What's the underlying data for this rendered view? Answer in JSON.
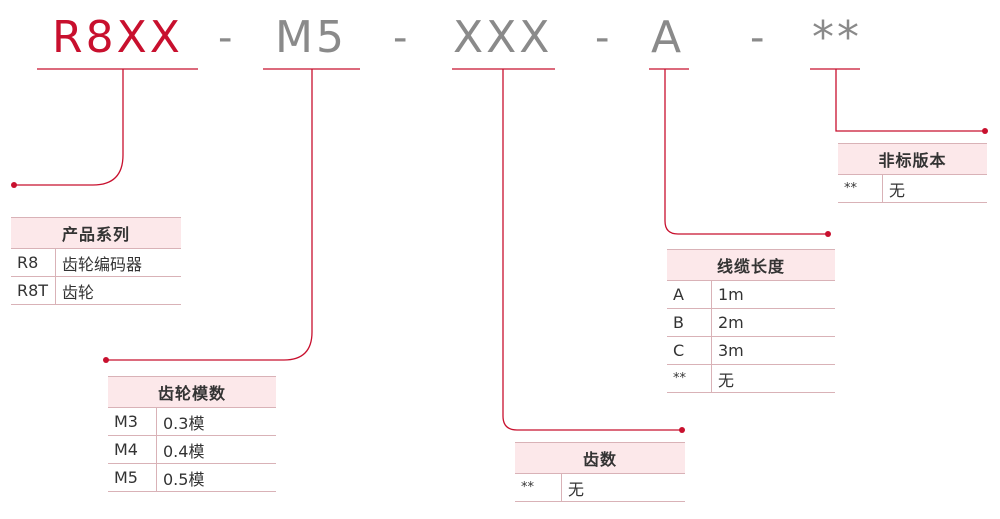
{
  "code": {
    "series": "R8XX",
    "gear_module": "M5",
    "teeth": "XXX",
    "cable": "A",
    "version": "**",
    "separator": "-"
  },
  "colors": {
    "accent": "#c8102e",
    "header_bg": "#fce8ea",
    "line": "#d9b2b7"
  },
  "tables": {
    "series": {
      "title": "产品系列",
      "rows": [
        {
          "k": "R8",
          "v": "齿轮编码器"
        },
        {
          "k": "R8T",
          "v": "齿轮"
        }
      ]
    },
    "module": {
      "title": "齿轮模数",
      "rows": [
        {
          "k": "M3",
          "v": "0.3模"
        },
        {
          "k": "M4",
          "v": "0.4模"
        },
        {
          "k": "M5",
          "v": "0.5模"
        }
      ]
    },
    "teeth": {
      "title": "齿数",
      "rows": [
        {
          "k": "**",
          "v": "无"
        }
      ]
    },
    "cable": {
      "title": "线缆长度",
      "rows": [
        {
          "k": "A",
          "v": "1m"
        },
        {
          "k": "B",
          "v": "2m"
        },
        {
          "k": "C",
          "v": "3m"
        },
        {
          "k": "**",
          "v": "无"
        }
      ]
    },
    "version": {
      "title": "非标版本",
      "rows": [
        {
          "k": "**",
          "v": "无"
        }
      ]
    }
  }
}
